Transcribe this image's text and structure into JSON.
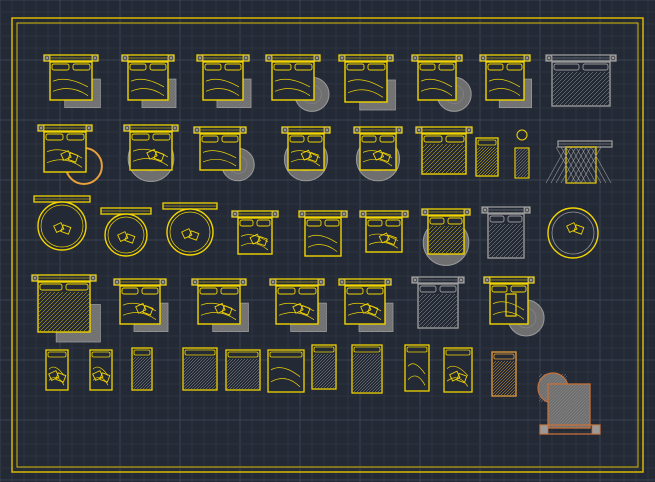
{
  "canvas": {
    "background": "#232a36",
    "grid_major": "#3a4350",
    "grid_minor": "#2c3440"
  },
  "frame": {
    "color": "#d9b800"
  },
  "colors": {
    "yellow": "#f2d400",
    "gray": "#9a9a9a",
    "gray_dark": "#6f6f6f",
    "orange": "#e8a03a",
    "copper": "#c8703a"
  },
  "palette_title": "",
  "rows": [
    {
      "row": 1,
      "blocks": [
        "double-bed-with-nightstands",
        "double-bed-with-rug",
        "double-bed-with-rug",
        "double-bed-with-round-rug",
        "double-bed-with-square-rug",
        "double-bed-with-round-rug",
        "double-bed-with-rug",
        "double-bed-with-nightstands"
      ]
    },
    {
      "row": 2,
      "blocks": [
        "double-bed-with-round-rug",
        "double-bed-with-round-rug",
        "double-bed-with-round-rug",
        "double-bed-with-round-rug",
        "double-bed-with-round-rug",
        "double-bed",
        "single-bed",
        "bench",
        "patterned-bed"
      ]
    },
    {
      "row": 3,
      "blocks": [
        "round-bed",
        "round-bed",
        "round-bed",
        "double-bed",
        "double-bed",
        "double-bed",
        "double-bed-with-round-rug",
        "double-bed",
        "round-bed"
      ]
    },
    {
      "row": 4,
      "blocks": [
        "double-bed",
        "double-bed-with-rug",
        "double-bed-with-rug",
        "double-bed-with-rug",
        "double-bed-with-rug",
        "double-bed",
        "double-bed-with-round-rug"
      ]
    },
    {
      "row": 5,
      "blocks": [
        "single-bed",
        "single-bed",
        "single-bed",
        "single-bed",
        "single-bed",
        "single-bed",
        "single-bed",
        "single-bed",
        "single-bed",
        "single-bed",
        "single-bed",
        "double-bed-with-round-table"
      ]
    }
  ]
}
